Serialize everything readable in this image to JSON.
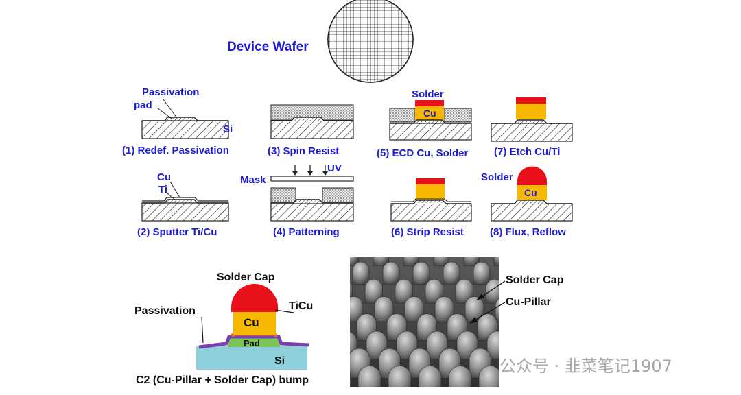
{
  "title": "Device Wafer",
  "steps": [
    {
      "label": "(1) Redef.  Passivation",
      "notes": [
        "Passivation",
        "pad",
        "Si"
      ]
    },
    {
      "label": "(2) Sputter Ti/Cu",
      "notes": [
        "Cu",
        "Ti"
      ]
    },
    {
      "label": "(3) Spin Resist"
    },
    {
      "label": "(4) Patterning",
      "notes": [
        "Mask",
        "UV"
      ]
    },
    {
      "label": "(5) ECD Cu, Solder",
      "notes": [
        "Solder",
        "Cu"
      ]
    },
    {
      "label": "(6) Strip Resist"
    },
    {
      "label": "(7) Etch Cu/Ti"
    },
    {
      "label": "(8) Flux, Reflow",
      "notes": [
        "Solder",
        "Cu"
      ]
    }
  ],
  "bump": {
    "solder_cap": "Solder Cap",
    "passivation": "Passivation",
    "ticu": "TiCu",
    "cu": "Cu",
    "pad": "Pad",
    "si": "Si",
    "caption": "C2 (Cu-Pillar + Solder Cap) bump"
  },
  "sem": {
    "solder_cap": "Solder Cap",
    "cu_pillar": "Cu-Pillar"
  },
  "watermark": "公众号 · 韭菜笔记1907",
  "colors": {
    "label_blue": "#1d1dd6",
    "solder": "#e8101a",
    "cu": "#f7b800",
    "si": "#8ecfdc",
    "pad": "#7cc35a",
    "passivation": "#7a3fb0"
  }
}
